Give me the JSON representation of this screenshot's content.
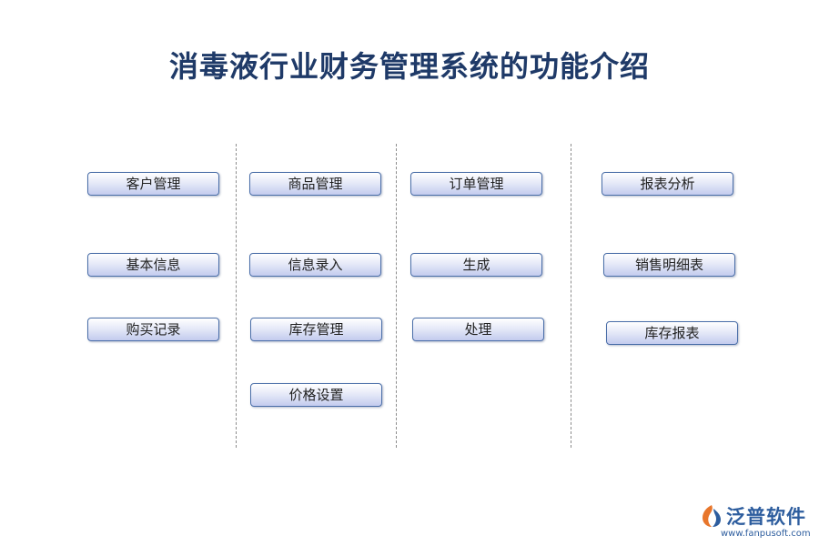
{
  "title": "消毒液行业财务管理系统的功能介绍",
  "columns": [
    {
      "items": [
        "客户管理",
        "基本信息",
        "购买记录"
      ]
    },
    {
      "items": [
        "商品管理",
        "信息录入",
        "库存管理",
        "价格设置"
      ]
    },
    {
      "items": [
        "订单管理",
        "生成",
        "处理"
      ]
    },
    {
      "items": [
        "报表分析",
        "销售明细表",
        "库存报表"
      ]
    }
  ],
  "logo": {
    "name": "泛普软件",
    "url": "www.fanpusoft.com",
    "icon": "fanpu-logo-icon"
  },
  "colors": {
    "title": "#1f3a68",
    "box_border": "#4a6ea8",
    "box_fill_bottom": "#c3cbee",
    "logo": "#2d5d9e",
    "logo_accent": "#e8762b"
  }
}
